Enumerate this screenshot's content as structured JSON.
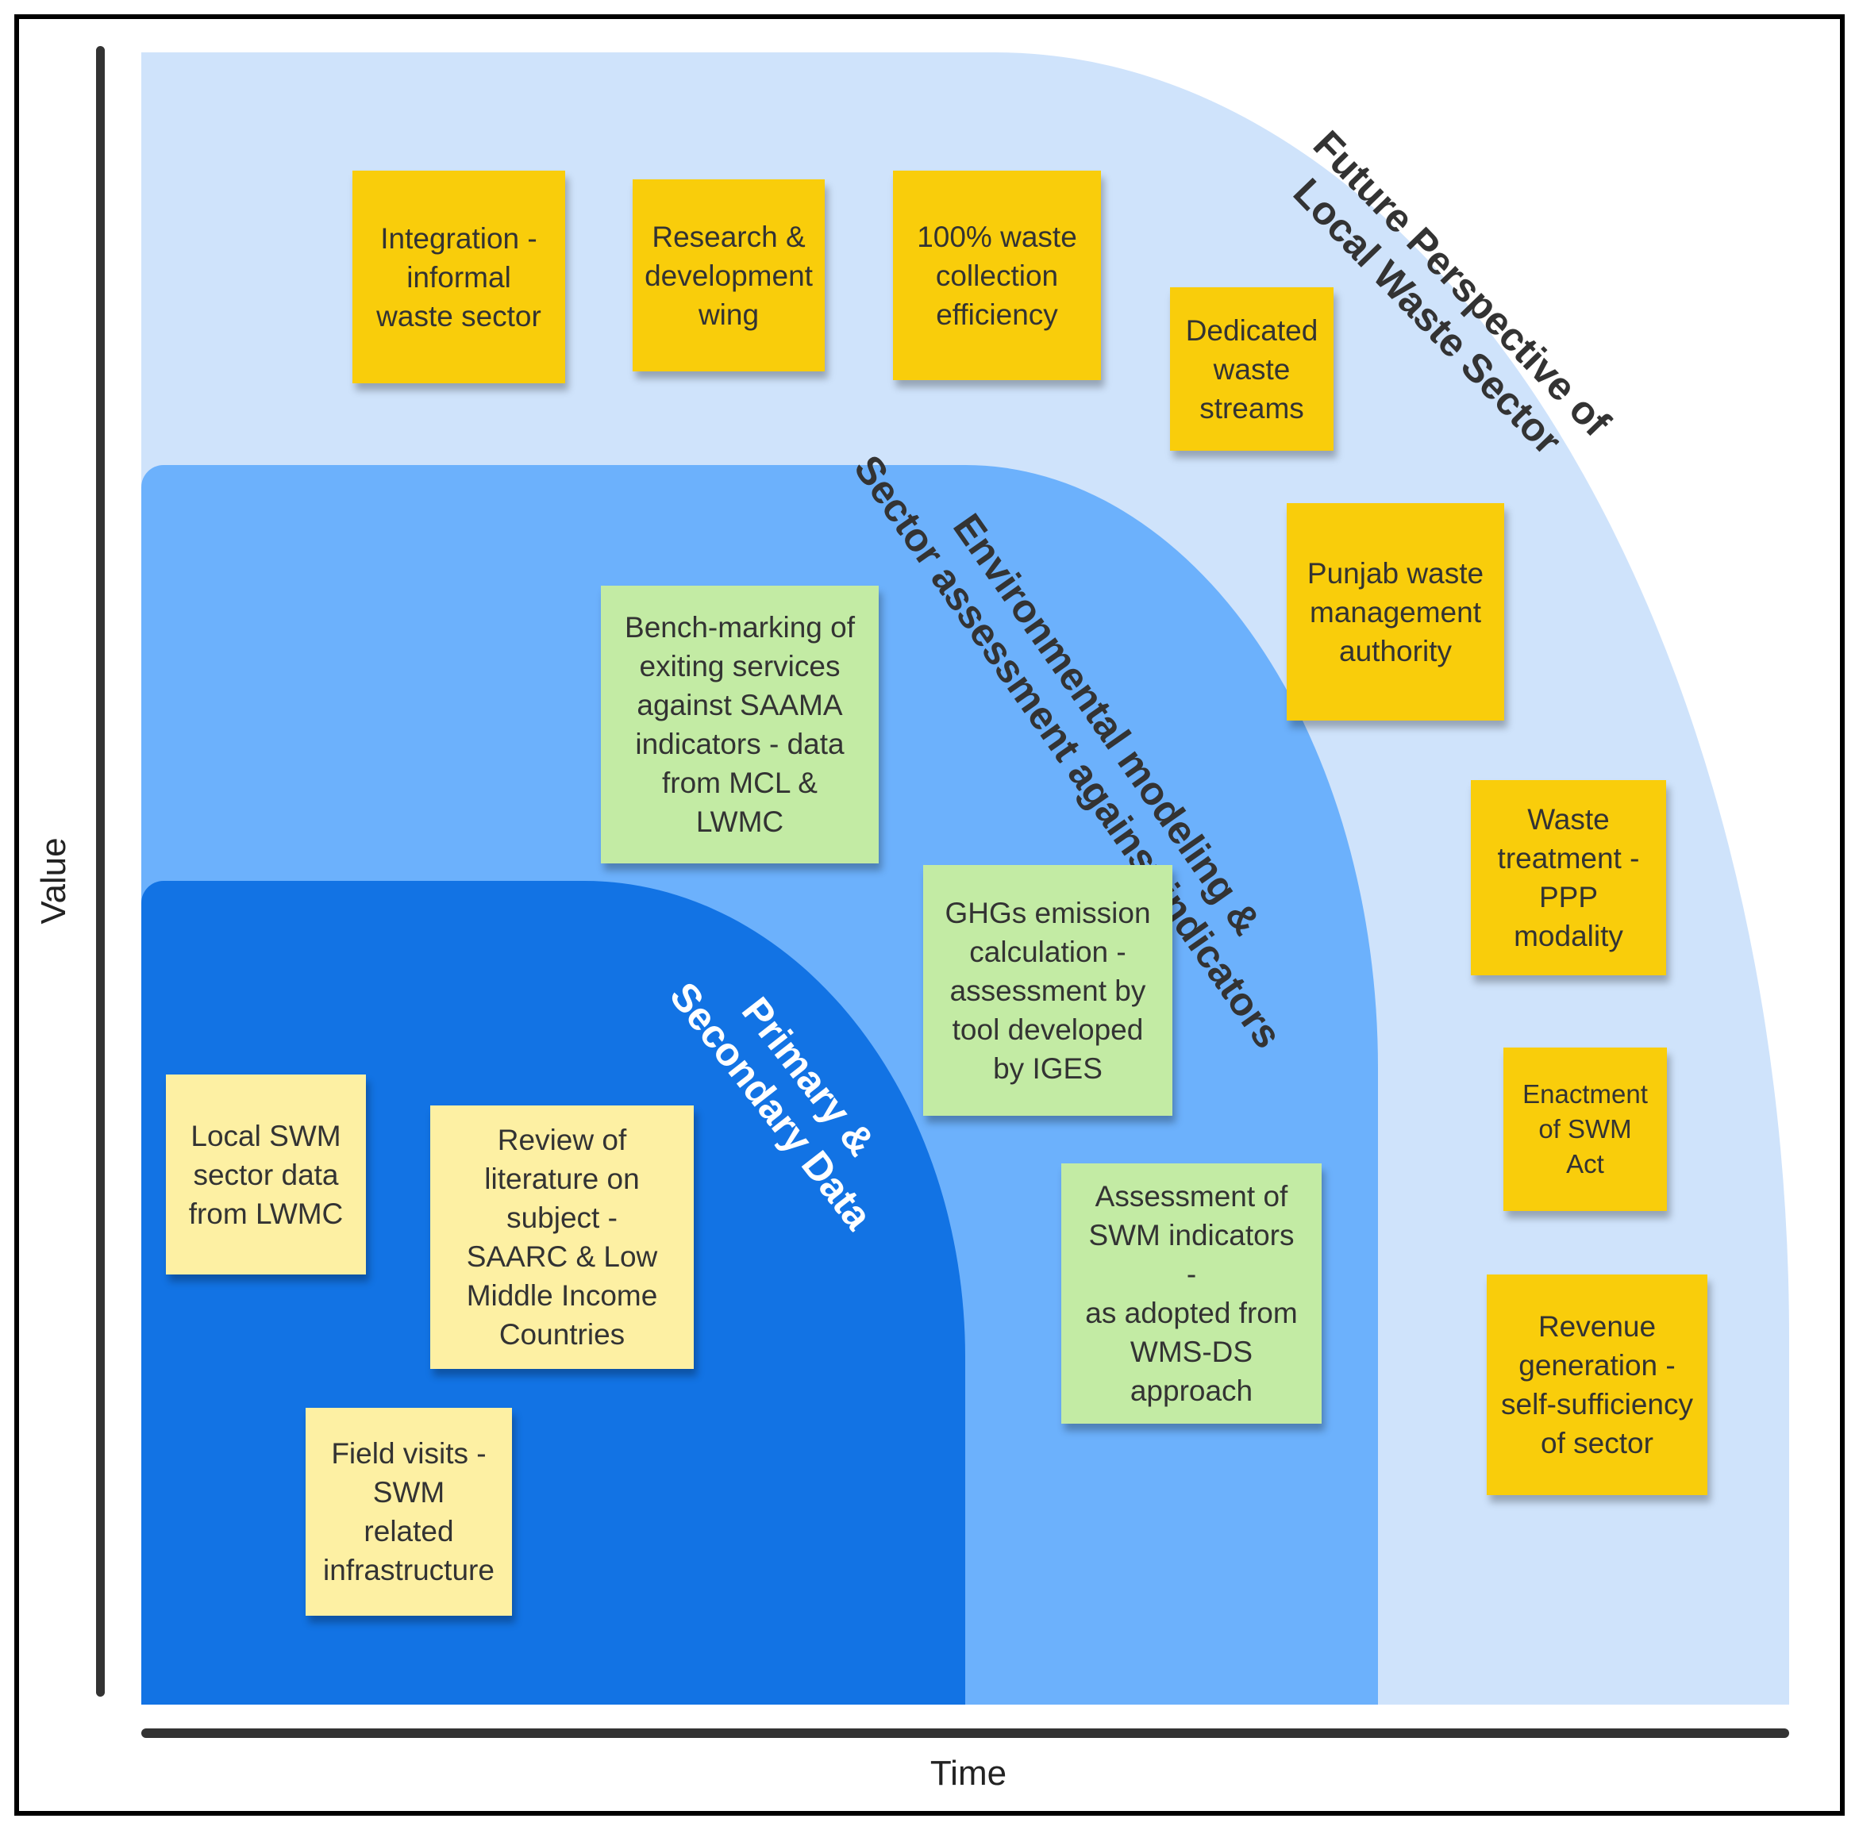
{
  "axes": {
    "x_label": "Time",
    "y_label": "Value"
  },
  "zones": {
    "future": {
      "line1": "Future Perspective of",
      "line2": "Local Waste Sector"
    },
    "environmental": {
      "line1": "Environmental modeling &",
      "line2": "Sector assessment against indicators"
    },
    "primary": {
      "line1": "Primary &",
      "line2": "Secondary Data"
    }
  },
  "notes": {
    "future": [
      {
        "lines": [
          "Integration -",
          "informal",
          "waste sector"
        ]
      },
      {
        "lines": [
          "Research &",
          "development",
          "wing"
        ]
      },
      {
        "lines": [
          "100% waste",
          "collection",
          "efficiency"
        ]
      },
      {
        "lines": [
          "Dedicated",
          "waste",
          "streams"
        ]
      },
      {
        "lines": [
          "Punjab waste",
          "management",
          "authority"
        ]
      },
      {
        "lines": [
          "Waste",
          "treatment -",
          "PPP",
          "modality"
        ]
      },
      {
        "lines": [
          "Enactment",
          "of SWM",
          "Act"
        ]
      },
      {
        "lines": [
          "Revenue",
          "generation -",
          "self-sufficiency",
          "of sector"
        ]
      }
    ],
    "environmental": [
      {
        "lines": [
          "Bench-marking of",
          "exiting services",
          "against SAAMA",
          "indicators - data",
          "from MCL &",
          "LWMC"
        ]
      },
      {
        "lines": [
          "GHGs emission",
          "calculation -",
          "assessment by",
          "tool developed",
          "by IGES"
        ]
      },
      {
        "lines": [
          "Assessment of",
          "SWM indicators",
          "-",
          "as adopted from",
          "WMS-DS",
          "approach"
        ]
      }
    ],
    "primary": [
      {
        "lines": [
          "Local SWM",
          "sector data",
          "from LWMC"
        ]
      },
      {
        "lines": [
          "Review of",
          "literature on",
          "subject -",
          "SAARC & Low",
          "Middle Income",
          "Countries"
        ]
      },
      {
        "lines": [
          "Field visits -",
          "SWM",
          "related",
          "infrastructure"
        ]
      }
    ]
  },
  "colors": {
    "outer_region": "#cfe3fb",
    "middle_region": "#6cb1fc",
    "inner_region": "#1273e4",
    "future_note": "#f9cd0b",
    "environmental_note": "#c3eba4",
    "primary_note": "#fdf0a3"
  }
}
